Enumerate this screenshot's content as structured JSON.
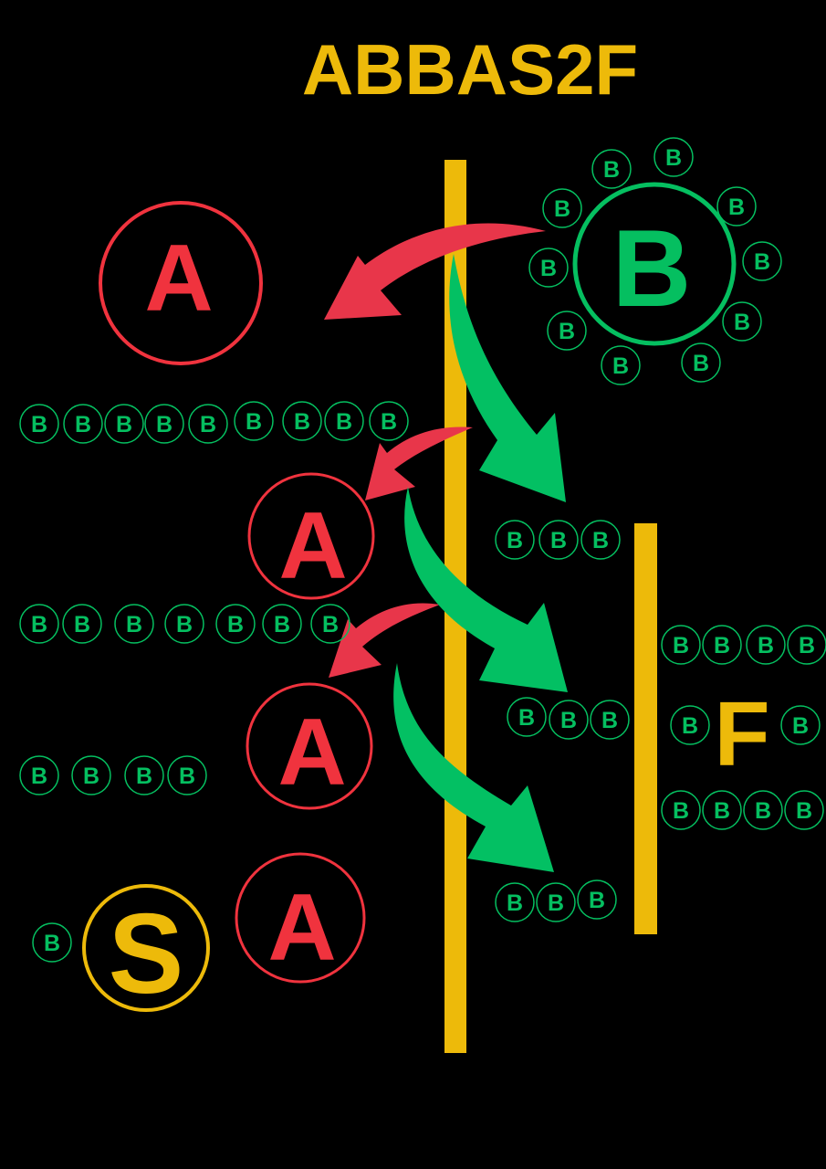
{
  "title": "ABBAS2F",
  "colors": {
    "background": "#000000",
    "yellow": "#EDBA0A",
    "red": "#F0333E",
    "green": "#05BF60",
    "red_arrow": "#E8364A",
    "green_arrow": "#03C063"
  },
  "letters": {
    "a": "A",
    "b": "B",
    "s": "S",
    "f": "F"
  }
}
